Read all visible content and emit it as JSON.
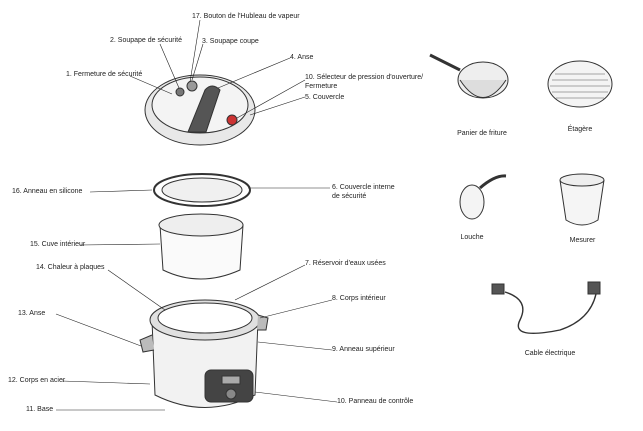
{
  "labels": {
    "l17": "17. Bouton de l'Hubleau de vapeur",
    "l2": "2. Soupape de sécurité",
    "l3": "3. Soupape coupe",
    "l4": "4. Anse",
    "l1": "1. Fermeture de sécurité",
    "l10a": "10. Sélecteur de pression d'ouverture/",
    "l10b": "Fermeture",
    "l5": "5. Couvercle",
    "l16": "16. Anneau en silicone",
    "l6a": "6. Couvercle interne",
    "l6b": "de sécurité",
    "l15": "15. Cuve intérieur",
    "l14": "14. Chaleur à plaques",
    "l7": "7. Réservoir d'eaux usées",
    "l8": "8. Corps intérieur",
    "l13": "13. Anse",
    "l9": "9. Anneau supérieur",
    "l12": "12. Corps en acier",
    "l11": "11. Base",
    "l10c": "10. Panneau de contrôle"
  },
  "accessories": {
    "basket": "Panier de friture",
    "rack": "Étagère",
    "ladle": "Louche",
    "cup": "Mesurer",
    "cable": "Cable électrique"
  }
}
